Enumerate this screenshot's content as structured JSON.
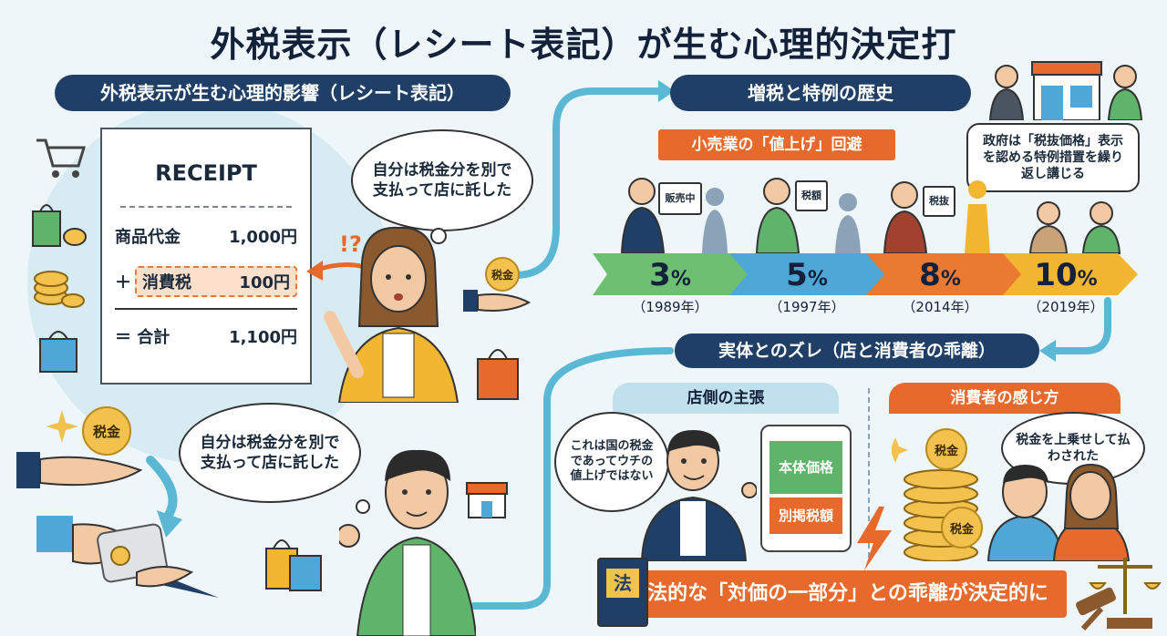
{
  "title": "外税表示（レシート表記）が生む心理的決定打",
  "left_section": {
    "heading": "外税表示が生む心理的影響（レシート表記）",
    "receipt": {
      "title": "RECEIPT",
      "rows": [
        {
          "label": "商品代金",
          "value": "1,000円"
        },
        {
          "prefix": "＋",
          "label": "消費税",
          "value": "100円"
        },
        {
          "prefix": "＝",
          "label": "合計",
          "value": "1,100円"
        }
      ]
    },
    "mark": "!?",
    "thought_top": "自分は税金分を別で支払って店に託した",
    "thought_bottom": "自分は税金分を別で支払って店に託した",
    "coin_hand": "税金",
    "coin_left": "税金"
  },
  "history": {
    "heading": "増税と特例の歴史",
    "retail_banner": "小売業の「値上げ」回避",
    "gov_note": "政府は「税抜価格」表示を認める特例措置を繰り返し講じる",
    "signs": [
      "販売中",
      "税額",
      "税抜"
    ],
    "timeline": [
      {
        "rate": "3",
        "unit": "%",
        "year": "（1989年）",
        "color": "#6fbf73"
      },
      {
        "rate": "5",
        "unit": "%",
        "year": "（1997年）",
        "color": "#4ea7d6"
      },
      {
        "rate": "8",
        "unit": "%",
        "year": "（2014年）",
        "color": "#ea7a32"
      },
      {
        "rate": "10",
        "unit": "%",
        "year": "（2019年）",
        "color": "#f2b630"
      }
    ]
  },
  "gap": {
    "heading": "実体とのズレ（店と消費者の乖離）",
    "store_tab": "店側の主張",
    "consumer_tab": "消費者の感じ方",
    "store_bubble": "これは国の税金であってウチの値上げではない",
    "board_top": "本体価格",
    "board_bottom": "別掲税額",
    "consumer_bubble": "税金を上乗せして払わされた",
    "coin_a": "税金",
    "coin_b": "税金",
    "law_book": "法",
    "conclusion": "法的な「対価の一部分」との乖離が決定的に"
  }
}
